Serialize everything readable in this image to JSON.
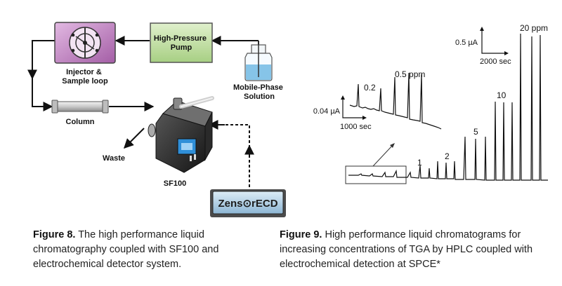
{
  "figure8": {
    "labels": {
      "pump": [
        "High-Pressure",
        "Pump"
      ],
      "injector": [
        "Injector &",
        "Sample loop"
      ],
      "solution": [
        "Mobile-Phase",
        "Solution"
      ],
      "column": "Column",
      "waste": "Waste",
      "sf100": "SF100",
      "ecd": "Zens⊙rECD"
    },
    "caption": {
      "label": "Figure 8.",
      "text": " The high performance liquid chromatography coupled with SF100 and electrochemical detector system."
    }
  },
  "figure9": {
    "scale_labels": {
      "main_current": "0.5 µA",
      "main_time": "2000 sec",
      "inset_current": "0.04 µA",
      "inset_time": "1000 sec"
    },
    "peak_labels": {
      "inset_a": "0.2",
      "inset_b": "0.5 ppm",
      "main_1": "1",
      "main_2": "2",
      "main_5": "5",
      "main_10": "10",
      "main_20": "20 ppm"
    },
    "caption": {
      "label": "Figure 9.",
      "text": " High performance liquid chromatograms for increasing concentrations of TGA by HPLC coupled with electrochemical detection at SPCE*"
    }
  },
  "colors": {
    "pump_fill": "#cde5b4",
    "injector_fill": "#c890c8",
    "ink": "#111111"
  }
}
